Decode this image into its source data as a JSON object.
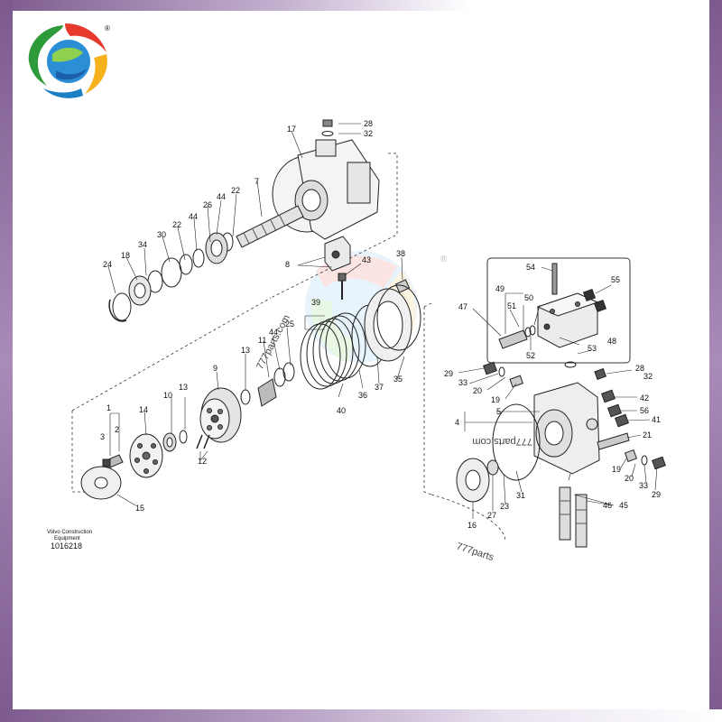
{
  "logo": {
    "registered_mark": "®"
  },
  "manufacturer": {
    "line1": "Volvo Construction",
    "line2": "Equipment"
  },
  "drawing_number": "1016218",
  "watermarks": [
    "777parts.com",
    "777parts.com",
    "777parts"
  ],
  "callouts": {
    "c1": "1",
    "c2": "2",
    "c3": "3",
    "c4": "4",
    "c5": "5",
    "c7": "7",
    "c8": "8",
    "c9": "9",
    "c10": "10",
    "c11": "11",
    "c12": "12",
    "c13a": "13",
    "c13b": "13",
    "c14": "14",
    "c15": "15",
    "c16": "16",
    "c17": "17",
    "c18": "18",
    "c19a": "19",
    "c19b": "19",
    "c20a": "20",
    "c20b": "20",
    "c21": "21",
    "c22a": "22",
    "c22b": "22",
    "c23": "23",
    "c24": "24",
    "c25": "25",
    "c26": "26",
    "c27": "27",
    "c28a": "28",
    "c28b": "28",
    "c29a": "29",
    "c29b": "29",
    "c30": "30",
    "c31": "31",
    "c32a": "32",
    "c32b": "32",
    "c33a": "33",
    "c33b": "33",
    "c34": "34",
    "c35": "35",
    "c36": "36",
    "c37": "37",
    "c38": "38",
    "c39": "39",
    "c40": "40",
    "c41": "41",
    "c42": "42",
    "c43": "43",
    "c44a": "44",
    "c44b": "44",
    "c45": "45",
    "c46": "46",
    "c47": "47",
    "c48": "48",
    "c49": "49",
    "c50": "50",
    "c51": "51",
    "c52": "52",
    "c53": "53",
    "c54": "54",
    "c55": "55",
    "c56": "56"
  }
}
